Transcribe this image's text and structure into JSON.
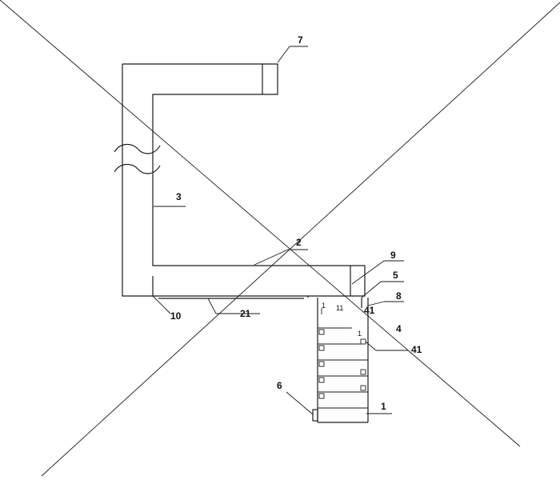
{
  "labels": {
    "l1": "1",
    "l2": "2",
    "l3": "3",
    "l4": "4",
    "l5": "5",
    "l6": "6",
    "l7": "7",
    "l8": "8",
    "l9": "9",
    "l10": "10",
    "l21": "21",
    "l41a": "41",
    "l41b": "41",
    "l11": "11",
    "l1a": "1",
    "l1b": "1"
  },
  "colors": {
    "line": "#1a1a1a",
    "background": "#ffffff"
  }
}
